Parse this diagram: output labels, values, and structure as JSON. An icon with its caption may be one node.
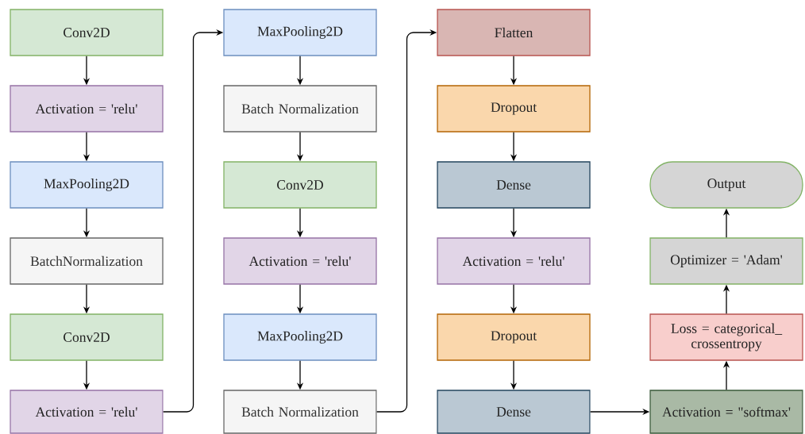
{
  "diagram": {
    "nodes": [
      {
        "text": [
          "Conv2D"
        ]
      },
      {
        "text": [
          "Activation = 'relu'"
        ]
      },
      {
        "text": [
          "MaxPooling2D"
        ]
      },
      {
        "text": [
          "BatchNormalization"
        ]
      },
      {
        "text": [
          "Conv2D"
        ]
      },
      {
        "text": [
          "Activation = 'relu'"
        ]
      },
      {
        "text": [
          "MaxPooling2D"
        ]
      },
      {
        "text": [
          "Batch Normalization"
        ]
      },
      {
        "text": [
          "Conv2D"
        ]
      },
      {
        "text": [
          "Activation = 'relu'"
        ]
      },
      {
        "text": [
          "MaxPooling2D"
        ]
      },
      {
        "text": [
          "Batch Normalization"
        ]
      },
      {
        "text": [
          "Flatten"
        ]
      },
      {
        "text": [
          "Dropout"
        ]
      },
      {
        "text": [
          "Dense"
        ]
      },
      {
        "text": [
          "Activation = 'relu'"
        ]
      },
      {
        "text": [
          "Dropout"
        ]
      },
      {
        "text": [
          "Dense"
        ]
      },
      {
        "text": [
          "Output"
        ]
      },
      {
        "text": [
          "Optimizer = 'Adam'"
        ]
      },
      {
        "text": [
          "Loss = categorical_ crossentropy"
        ]
      },
      {
        "text": [
          "Activation = \"softmax'"
        ]
      }
    ],
    "edges": [
      {
        "from": 0,
        "to": 1,
        "arrow": "to"
      },
      {
        "from": 1,
        "to": 2,
        "arrow": "to"
      },
      {
        "from": 2,
        "to": 3,
        "arrow": "to"
      },
      {
        "from": 3,
        "to": 4,
        "arrow": "to"
      },
      {
        "from": 4,
        "to": 5,
        "arrow": "to"
      },
      {
        "from": 5,
        "to": 6,
        "arrow": "to"
      },
      {
        "from": 6,
        "to": 7,
        "arrow": "to"
      },
      {
        "from": 7,
        "to": 8,
        "arrow": "to"
      },
      {
        "from": 8,
        "to": 9,
        "arrow": "to"
      },
      {
        "from": 9,
        "to": 10,
        "arrow": "to"
      },
      {
        "from": 10,
        "to": 11,
        "arrow": "to"
      },
      {
        "from": 11,
        "to": 12,
        "arrow": "to"
      },
      {
        "from": 12,
        "to": 13,
        "arrow": "to"
      },
      {
        "from": 13,
        "to": 14,
        "arrow": "to"
      },
      {
        "from": 14,
        "to": 15,
        "arrow": "to"
      },
      {
        "from": 15,
        "to": 16,
        "arrow": "to"
      },
      {
        "from": 16,
        "to": 17,
        "arrow": "to"
      },
      {
        "from": 17,
        "to": 21,
        "arrow": "to"
      },
      {
        "from": 21,
        "to": 20,
        "arrow": "to"
      },
      {
        "from": 20,
        "to": 19,
        "arrow": "to"
      },
      {
        "from": 19,
        "to": 18,
        "arrow": "to"
      }
    ]
  }
}
